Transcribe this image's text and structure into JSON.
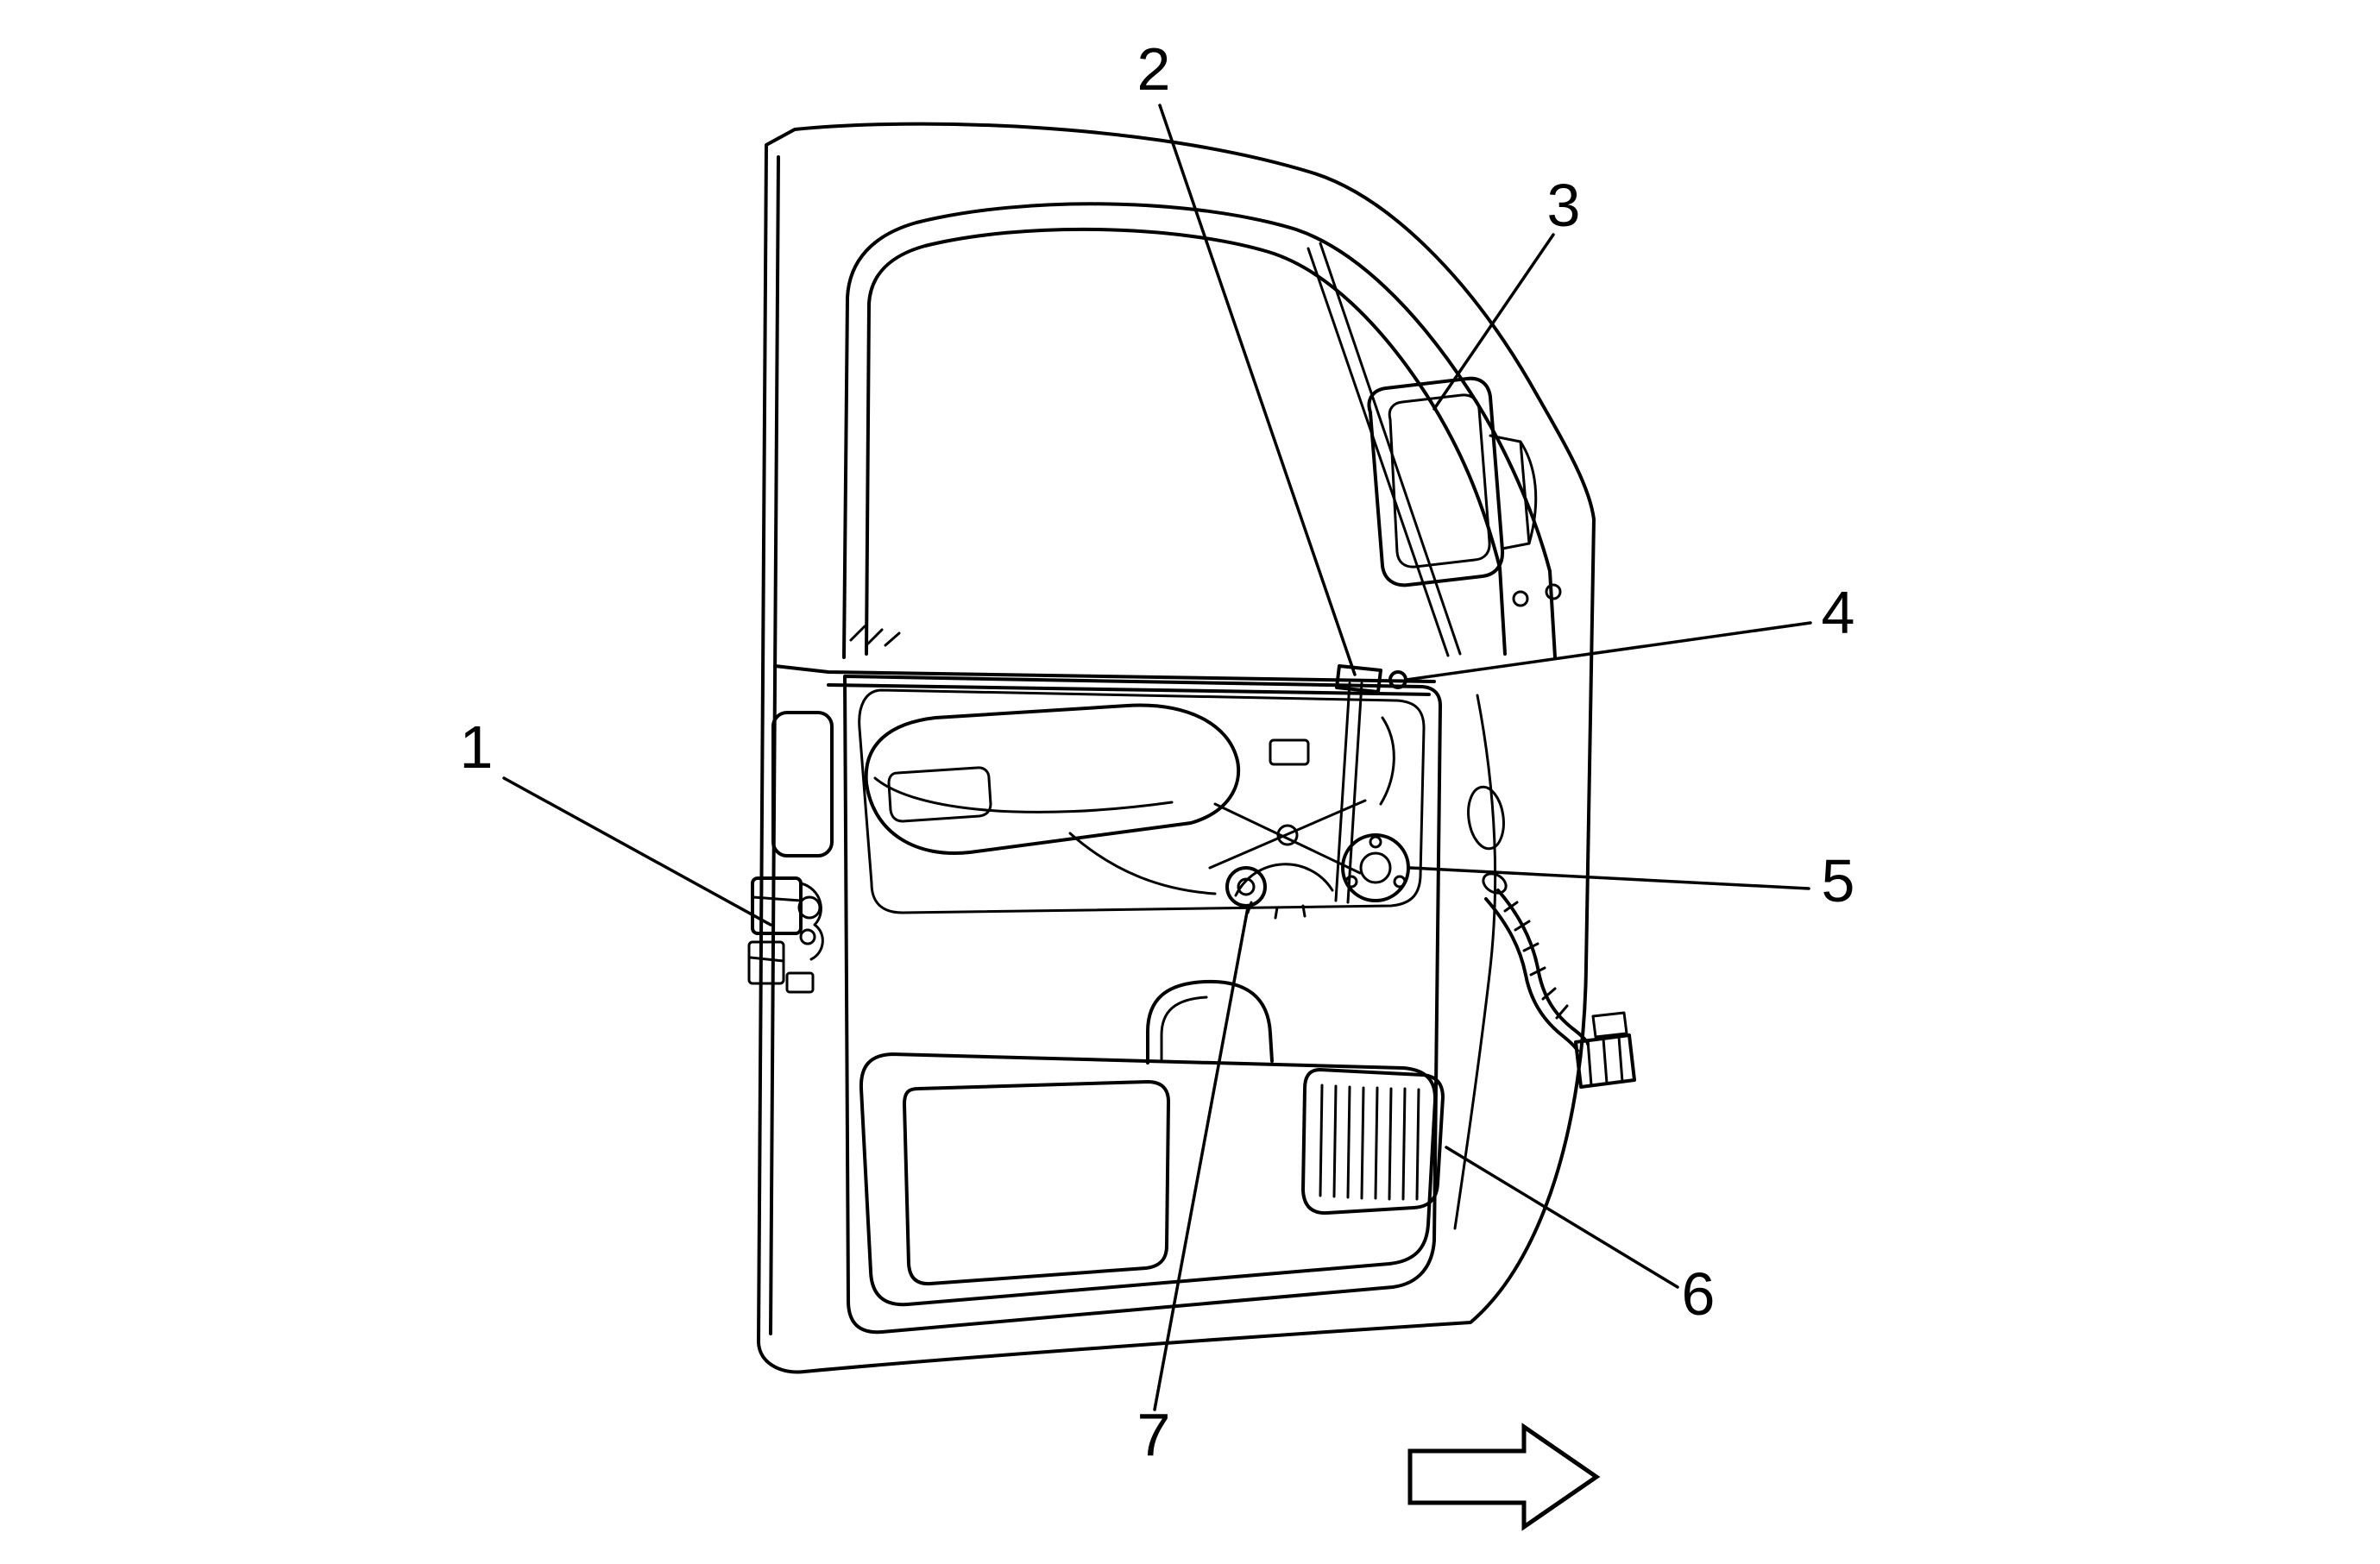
{
  "diagram": {
    "background_color": "#ffffff",
    "line_color": "#000000",
    "callouts": [
      {
        "number": "1"
      },
      {
        "number": "2"
      },
      {
        "number": "3"
      },
      {
        "number": "4"
      },
      {
        "number": "5"
      },
      {
        "number": "6"
      },
      {
        "number": "7"
      }
    ],
    "arrow": {
      "name": "direction-arrow-right",
      "glyph": "➡"
    }
  }
}
